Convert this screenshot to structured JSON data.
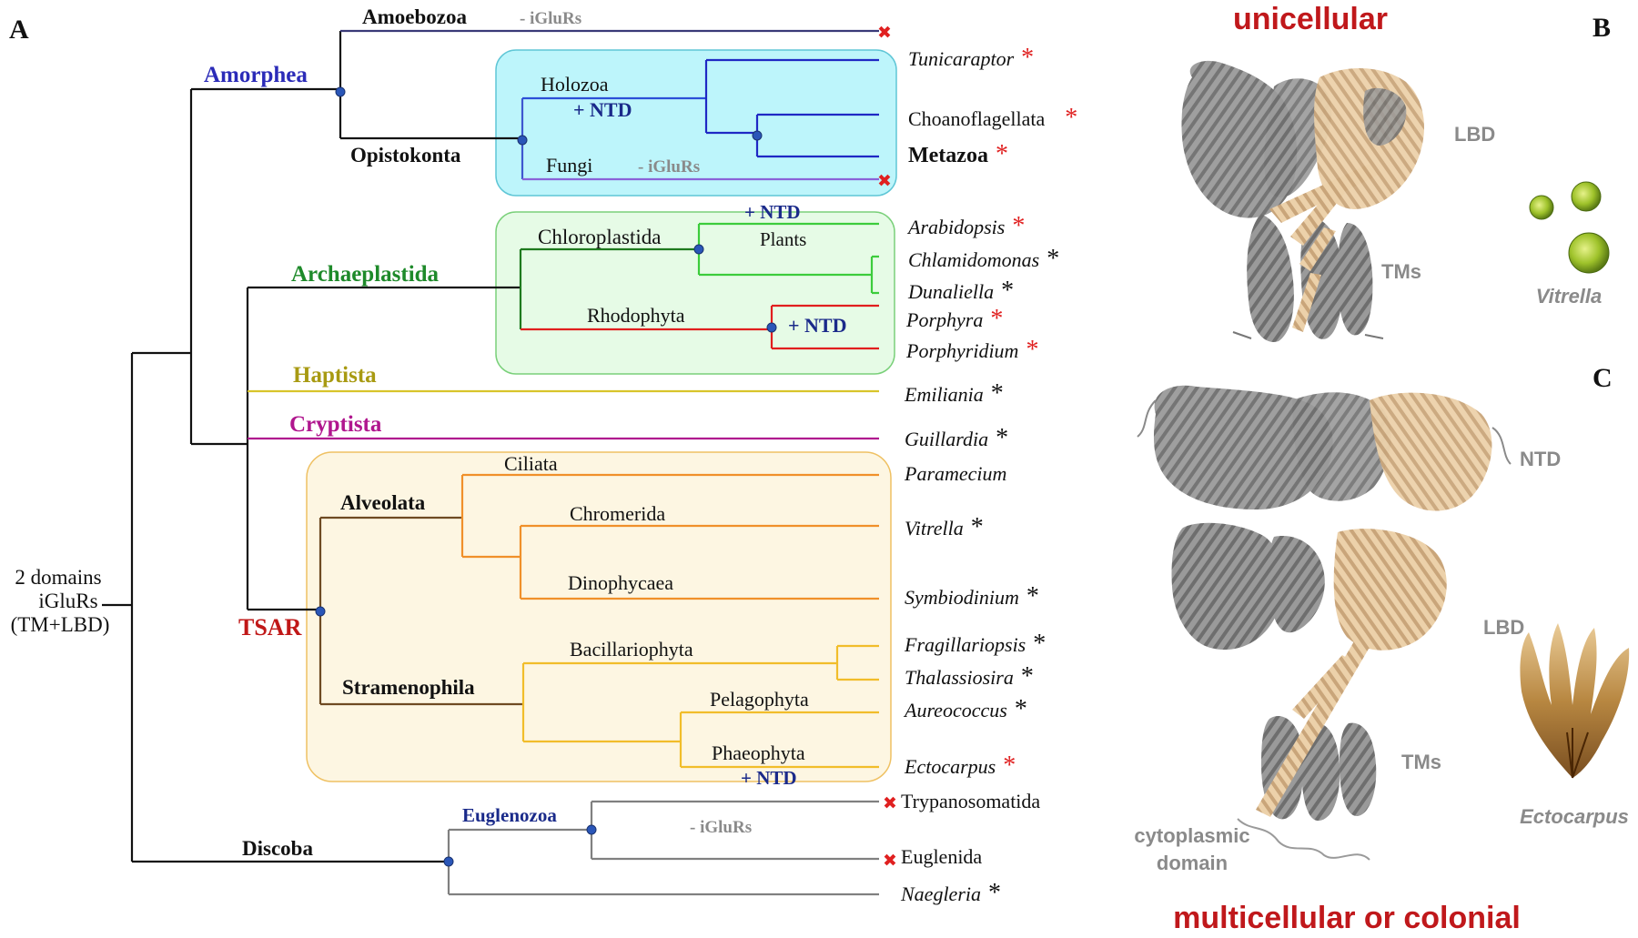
{
  "panels": {
    "a": "A",
    "b": "B",
    "c": "C"
  },
  "root": {
    "line1": "2 domains",
    "line2": "iGluRs",
    "line3": "(TM+LBD)"
  },
  "clades": {
    "amorphea": "Amorphea",
    "amoebozoa": "Amoebozoa",
    "opistokonta": "Opistokonta",
    "holozoa": "Holozoa",
    "fungi": "Fungi",
    "archaeplastida": "Archaeplastida",
    "chloroplastida": "Chloroplastida",
    "plants": "Plants",
    "rhodophyta": "Rhodophyta",
    "haptista": "Haptista",
    "cryptista": "Cryptista",
    "tsar": "TSAR",
    "alveolata": "Alveolata",
    "ciliata": "Ciliata",
    "chromerida": "Chromerida",
    "dinophycaea": "Dinophycaea",
    "stramenophila": "Stramenophila",
    "bacillariophyta": "Bacillariophyta",
    "pelagophyta": "Pelagophyta",
    "phaeophyta": "Phaeophyta",
    "discoba": "Discoba",
    "euglenozoa": "Euglenozoa"
  },
  "events": {
    "ntd_gain": "+ NTD",
    "iglur_loss": "- iGluRs"
  },
  "taxa": {
    "tunicaraptor": "Tunicaraptor",
    "choanoflagellata": "Choanoflagellata",
    "metazoa": "Metazoa",
    "arabidopsis": "Arabidopsis",
    "chlamydomonas": "Chlamidomonas",
    "dunaliella": "Dunaliella",
    "porphyra": "Porphyra",
    "porphyridium": "Porphyridium",
    "emiliania": "Emiliania",
    "guillardia": "Guillardia",
    "paramecium": "Paramecium",
    "vitrella": "Vitrella",
    "symbiodinium": "Symbiodinium",
    "fragillariopsis": "Fragillariopsis",
    "thalassiosira": "Thalassiosira",
    "aureococcus": "Aureococcus",
    "ectocarpus": "Ectocarpus",
    "trypanosomatida": "Trypanosomatida",
    "euglenida": "Euglenida",
    "naegleria": "Naegleria"
  },
  "markers": {
    "star": "*",
    "cross": "✖"
  },
  "right_panel": {
    "unicellular": "unicellular",
    "multicellular": "multicellular or colonial",
    "lbd": "LBD",
    "tms": "TMs",
    "ntd": "NTD",
    "cytoplasmic_1": "cytoplasmic",
    "cytoplasmic_2": "domain",
    "vitrella": "Vitrella",
    "ectocarpus": "Ectocarpus"
  },
  "colors": {
    "red": "#e02020",
    "dark_red": "#c0181b",
    "amorphea_blue": "#2b2bb8",
    "navy": "#1a2a8a",
    "green_label": "#1e8a2a",
    "haptista": "#a89a12",
    "cryptista": "#b0168e",
    "tsar": "#c01818",
    "grey_label": "#8a8a8a",
    "cyan_box": "#bdf5fb",
    "green_box": "#e6fbe6",
    "orange_box": "#fdf6e2",
    "protein_grey": "#8c8c8c",
    "protein_tan": "#e5c59a"
  }
}
